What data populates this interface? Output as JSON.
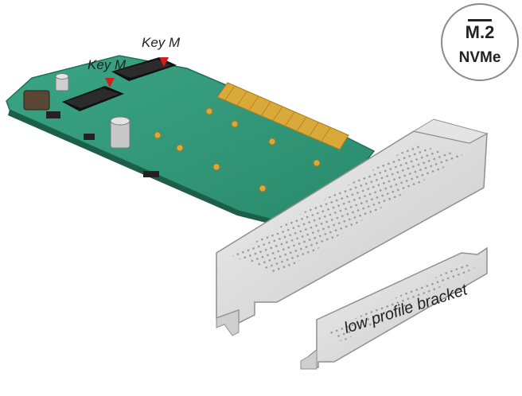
{
  "badge": {
    "top": "M.2",
    "bottom": "NVMe"
  },
  "labels": {
    "key_m_left": "Key M",
    "key_m_right": "Key M",
    "bracket_caption": "low profile bracket"
  },
  "colors": {
    "pcb": "#2f9a7a",
    "pcb_dark": "#1e6e57",
    "gold": "#d9a93a",
    "bracket": "#d8d8d8",
    "bracket_shadow": "#9a9a9a",
    "marker": "#cc1f1f"
  }
}
